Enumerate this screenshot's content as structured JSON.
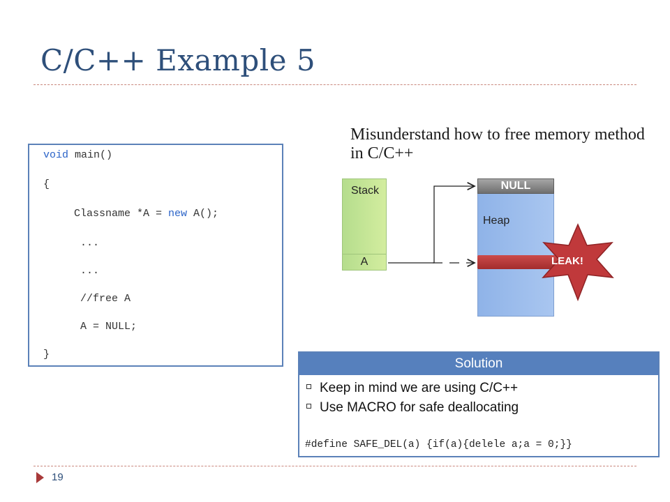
{
  "slide": {
    "title": "C/C++ Example 5",
    "page_number": "19"
  },
  "code": {
    "lines": [
      {
        "pre": "",
        "kw": "void",
        "post": " main()"
      },
      {
        "pre": "{",
        "kw": "",
        "post": ""
      },
      {
        "pre": "    Classname *A = ",
        "kw": "new",
        "post": " A();"
      },
      {
        "pre": "     ...",
        "kw": "",
        "post": ""
      },
      {
        "pre": "     ...",
        "kw": "",
        "post": ""
      },
      {
        "pre": "     //free A",
        "kw": "",
        "post": ""
      },
      {
        "pre": "     A = NULL;",
        "kw": "",
        "post": ""
      },
      {
        "pre": "}",
        "kw": "",
        "post": ""
      }
    ]
  },
  "diagram": {
    "caption": "Misunderstand how to free memory method in C/C++",
    "stack_label": "Stack",
    "stack_cell": "A",
    "heap_label": "Heap",
    "null_label": "NULL",
    "leak_label": "LEAK!",
    "colors": {
      "stack": "#c3e596",
      "heap": "#9cbdec",
      "null_bar": "#8a8a8a",
      "leak": "#c0393b"
    }
  },
  "solution": {
    "header": "Solution",
    "bullets": [
      "Keep in mind we are using C/C++",
      "Use MACRO for safe deallocating"
    ],
    "define_line": "#define SAFE_DEL(a) {if(a){delele a;a = 0;}}"
  }
}
